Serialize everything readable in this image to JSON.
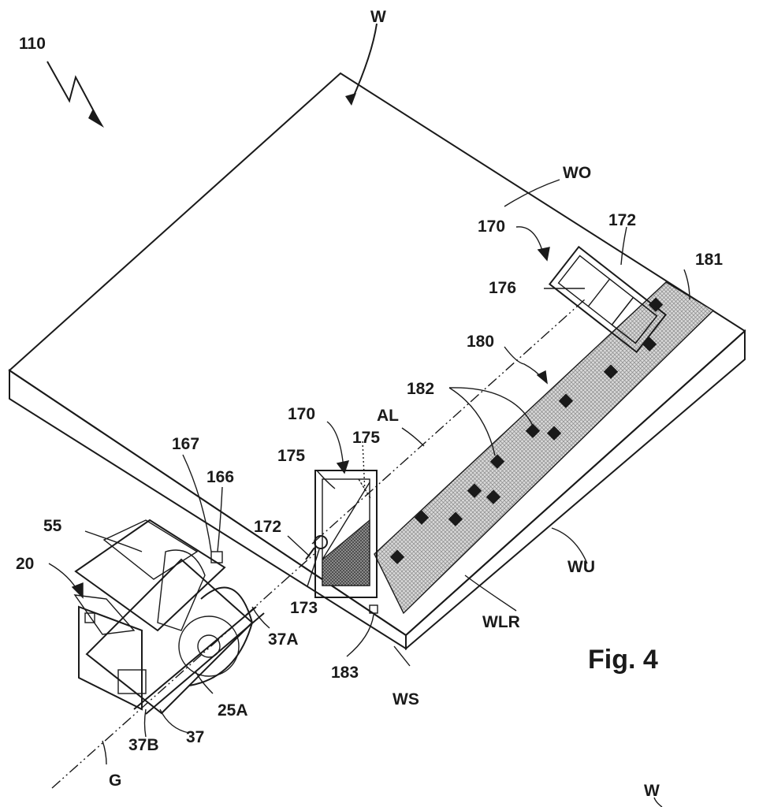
{
  "figure": {
    "caption": "Fig. 4"
  },
  "labels": {
    "l110": "110",
    "lW": "W",
    "lW2": "W",
    "lWO": "WO",
    "l170a": "170",
    "l172a": "172",
    "l181": "181",
    "l176": "176",
    "l180": "180",
    "l182": "182",
    "l170b": "170",
    "lAL": "AL",
    "l175a": "175",
    "l175b": "175",
    "l167": "167",
    "l166": "166",
    "l55": "55",
    "l20": "20",
    "l172b": "172",
    "l173": "173",
    "l37A": "37A",
    "l183": "183",
    "lWS": "WS",
    "lWLR": "WLR",
    "lWU": "WU",
    "l25A": "25A",
    "l37": "37",
    "l37B": "37B",
    "lG": "G"
  }
}
